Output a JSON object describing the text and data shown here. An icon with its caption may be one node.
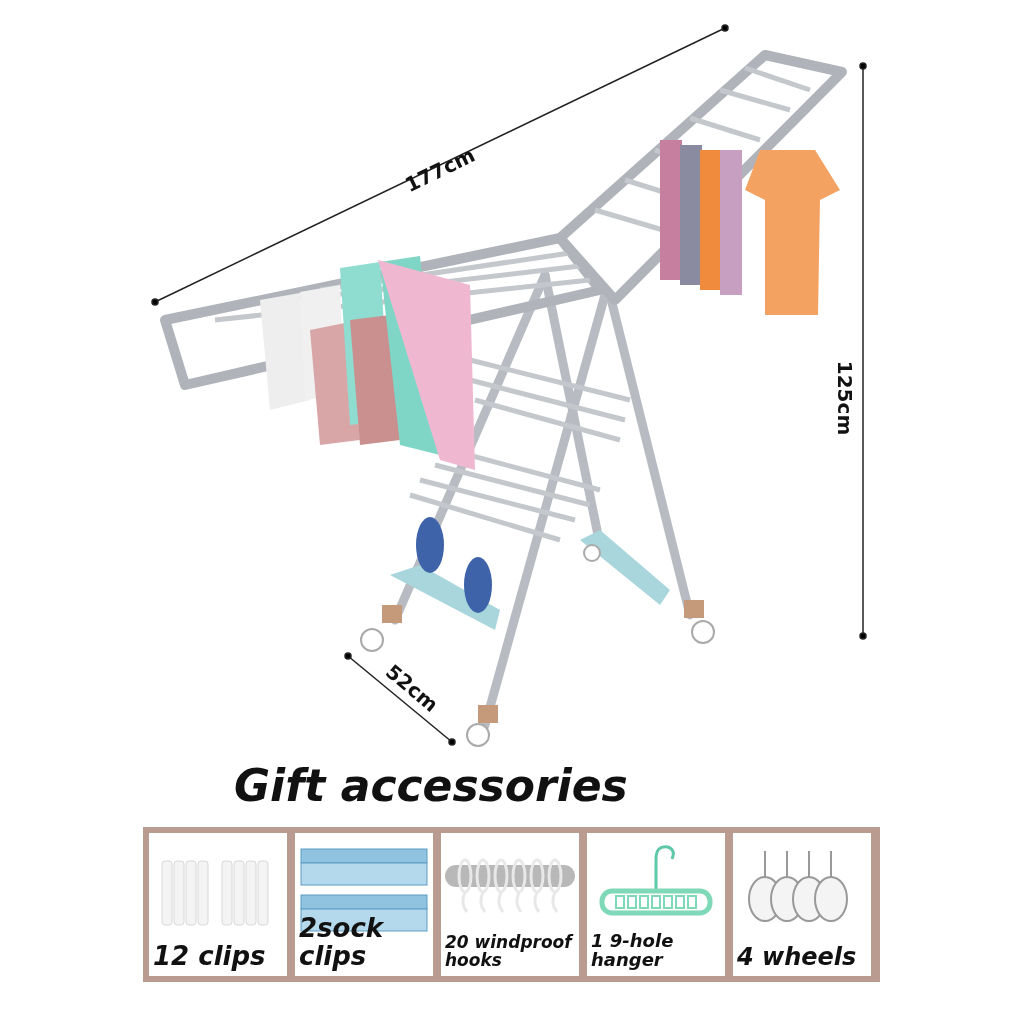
{
  "diagram": {
    "nodes": [
      {
        "text": [
          "12 clips"
        ]
      },
      {
        "text": [
          "2sock clips"
        ]
      },
      {
        "text": [
          "20 windproof hooks"
        ]
      },
      {
        "text": [
          "1 9-hole hanger"
        ]
      },
      {
        "text": [
          "4 wheels"
        ]
      }
    ],
    "labels": [
      "177cm",
      "125cm",
      "52cm",
      "Gift accessories"
    ]
  }
}
